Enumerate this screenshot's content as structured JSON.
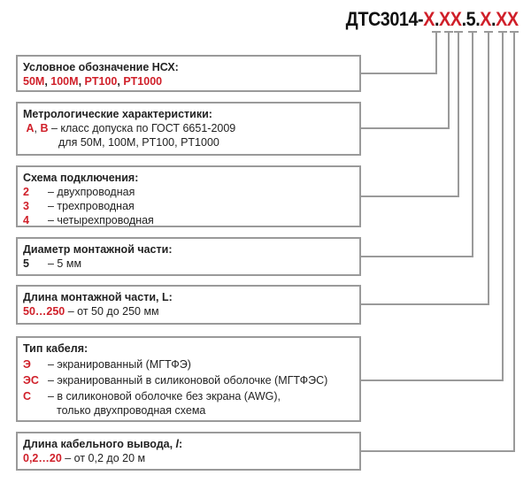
{
  "title": {
    "prefix": "ДТС3014-",
    "p1": "X",
    ".1": ".",
    "p2": "XX",
    ".2": ".",
    "p3": "5",
    ".3": ".",
    "p4": "X",
    ".4": ".",
    "p5": "XX"
  },
  "boxes": [
    {
      "heading": "Условное обозначение НСХ:",
      "values": [
        "50М",
        "100М",
        "PT100",
        "PT1000"
      ],
      "sep": ", "
    },
    {
      "heading": "Метрологические характеристики:",
      "k1": "А",
      "k2": "В",
      "text1": "– класс допуска по ГОСТ 6651-2009",
      "text2": "для 50М, 100М, PT100, PT1000"
    },
    {
      "heading": "Схема подключения:",
      "items": [
        {
          "k": "2",
          "t": "– двухпроводная"
        },
        {
          "k": "3",
          "t": "– трехпроводная"
        },
        {
          "k": "4",
          "t": "– четырехпроводная"
        }
      ]
    },
    {
      "heading": "Диаметр монтажной части:",
      "items": [
        {
          "k": "5",
          "t": "– 5 мм"
        }
      ]
    },
    {
      "heading": "Длина монтажной части, L:",
      "items": [
        {
          "k": "50…250",
          "t": " – от 50 до 250 мм"
        }
      ]
    },
    {
      "heading": "Тип кабеля:",
      "items": [
        {
          "k": "Э",
          "t": "– экранированный (МГТФЭ)"
        },
        {
          "k": "ЭС",
          "t": "– экранированный в силиконовой оболочке (МГТФЭС)"
        },
        {
          "k": "С",
          "t": "– в силиконовой оболочке без экрана (AWG),"
        }
      ],
      "cont": "только двухпроводная схема"
    },
    {
      "heading": "Длина кабельного вывода, ",
      "heading_var": "l",
      "heading_end": ":",
      "items": [
        {
          "k": "0,2…20",
          "t": " – от 0,2 до 20 м"
        }
      ]
    }
  ]
}
